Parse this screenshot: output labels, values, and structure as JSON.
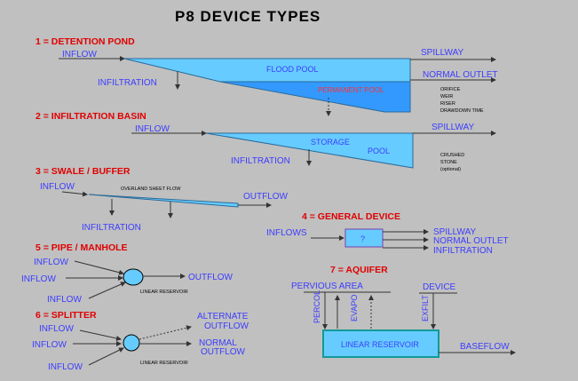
{
  "title": "P8 DEVICE TYPES",
  "detention": {
    "heading": "1 = DETENTION  POND",
    "inflow": "INFLOW",
    "infiltration": "INFILTRATION",
    "flood_pool": "FLOOD POOL",
    "permanent_pool": "PERMANENT POOL",
    "spillway": "SPILLWAY",
    "normal_outlet": "NORMAL OUTLET",
    "outlet_types": [
      "ORIFICE",
      "WEIR",
      "RISER",
      "DRAWDOWN TIME"
    ]
  },
  "infiltration_basin": {
    "heading": "2 = INFILTRATION BASIN",
    "inflow": "INFLOW",
    "spillway": "SPILLWAY",
    "storage": "STORAGE",
    "pool": "POOL",
    "infiltration": "INFILTRATION",
    "stone_note": [
      "CRUSHED",
      "STONE",
      "(optional)"
    ]
  },
  "swale": {
    "heading": "3 = SWALE  /  BUFFER",
    "inflow": "INFLOW",
    "sheet_flow": "OVERLAND SHEET FLOW",
    "outflow": "OUTFLOW",
    "infiltration": "INFILTRATION"
  },
  "general": {
    "heading": "4 = GENERAL DEVICE",
    "inflows": "INFLOWS",
    "box": "?",
    "spillway": "SPILLWAY",
    "normal_outlet": "NORMAL OUTLET",
    "infiltration": "INFILTRATION"
  },
  "pipe": {
    "heading": "5 = PIPE  /  MANHOLE",
    "inflow_1": "INFLOW",
    "inflow_2": "INFLOW",
    "inflow_3": "INFLOW",
    "outflow": "OUTFLOW",
    "caption": "LINEAR RESERVOIR"
  },
  "splitter": {
    "heading": "6 = SPLITTER",
    "inflow_1": "INFLOW",
    "inflow_2": "INFLOW",
    "inflow_3": "INFLOW",
    "alternate_1": "ALTERNATE",
    "alternate_2": "OUTFLOW",
    "normal_1": "NORMAL",
    "normal_2": "OUTFLOW",
    "caption": "LINEAR RESERVOIR"
  },
  "aquifer": {
    "heading": "7 = AQUIFER",
    "pervious_area": "PERVIOUS AREA",
    "device": "DEVICE",
    "percol": "PERCOL",
    "evapo": "EVAPO",
    "exfilt": "EXFILT",
    "reservoir": "LINEAR RESERVOIR",
    "baseflow": "BASEFLOW"
  },
  "colors": {
    "background": "#c0c0c0",
    "light_fill": "#66ccff",
    "dark_fill": "#3399ff",
    "label_blue": "#3c3cff",
    "heading_red": "#e00000"
  }
}
